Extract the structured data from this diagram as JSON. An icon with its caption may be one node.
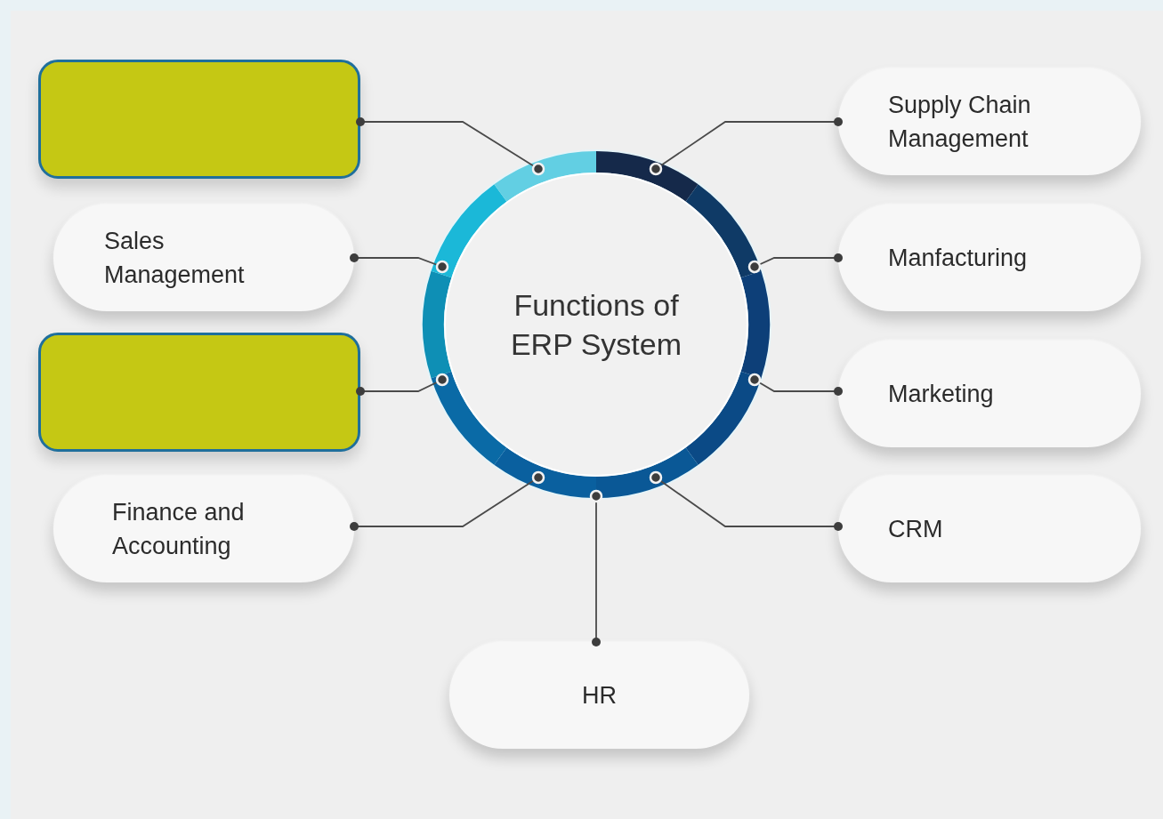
{
  "diagram": {
    "nodes": [
      {
        "text": [
          "Functions of ERP System"
        ]
      },
      {
        "text": [],
        "shape": "box"
      },
      {
        "text": [
          "Sales Management"
        ]
      },
      {
        "text": [],
        "shape": "box"
      },
      {
        "text": [
          "Finance and Accounting"
        ]
      },
      {
        "text": [
          "Supply Chain Management"
        ]
      },
      {
        "text": [
          "Manfacturing"
        ]
      },
      {
        "text": [
          "Marketing"
        ]
      },
      {
        "text": [
          "CRM"
        ]
      },
      {
        "text": [
          "HR"
        ]
      }
    ],
    "edges": [
      {
        "from": 0,
        "to": 1,
        "arrow": "other"
      },
      {
        "from": 0,
        "to": 2,
        "arrow": "other"
      },
      {
        "from": 0,
        "to": 3,
        "arrow": "other"
      },
      {
        "from": 0,
        "to": 4,
        "arrow": "other"
      },
      {
        "from": 0,
        "to": 5,
        "arrow": "other"
      },
      {
        "from": 0,
        "to": 6,
        "arrow": "other"
      },
      {
        "from": 0,
        "to": 7,
        "arrow": "other"
      },
      {
        "from": 0,
        "to": 8,
        "arrow": "other"
      },
      {
        "from": 0,
        "to": 9,
        "arrow": "other"
      }
    ]
  }
}
